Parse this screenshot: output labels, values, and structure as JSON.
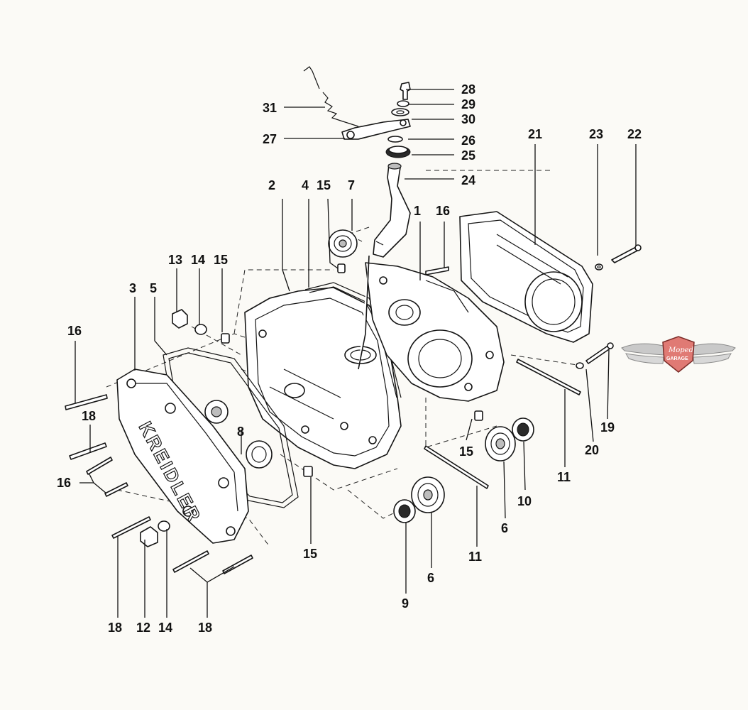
{
  "diagram": {
    "brand_text": "KREIDLER",
    "labels": {
      "l1": "1",
      "l2": "2",
      "l3": "3",
      "l4": "4",
      "l5": "5",
      "l6a": "6",
      "l6b": "6",
      "l7": "7",
      "l8": "8",
      "l9": "9",
      "l10": "10",
      "l11a": "11",
      "l11b": "11",
      "l12": "12",
      "l13": "13",
      "l14a": "14",
      "l14b": "14",
      "l15a": "15",
      "l15b": "15",
      "l15c": "15",
      "l15d": "15",
      "l16a": "16",
      "l16b": "16",
      "l16c": "16",
      "l18a": "18",
      "l18b": "18",
      "l18c": "18",
      "l19": "19",
      "l20": "20",
      "l21": "21",
      "l22": "22",
      "l23": "23",
      "l24": "24",
      "l25": "25",
      "l26": "26",
      "l27": "27",
      "l28": "28",
      "l29": "29",
      "l30": "30",
      "l31": "31"
    }
  },
  "watermark": {
    "line1": "Moped",
    "line2": "GARAGE",
    "badge_color": "#d9534f"
  }
}
